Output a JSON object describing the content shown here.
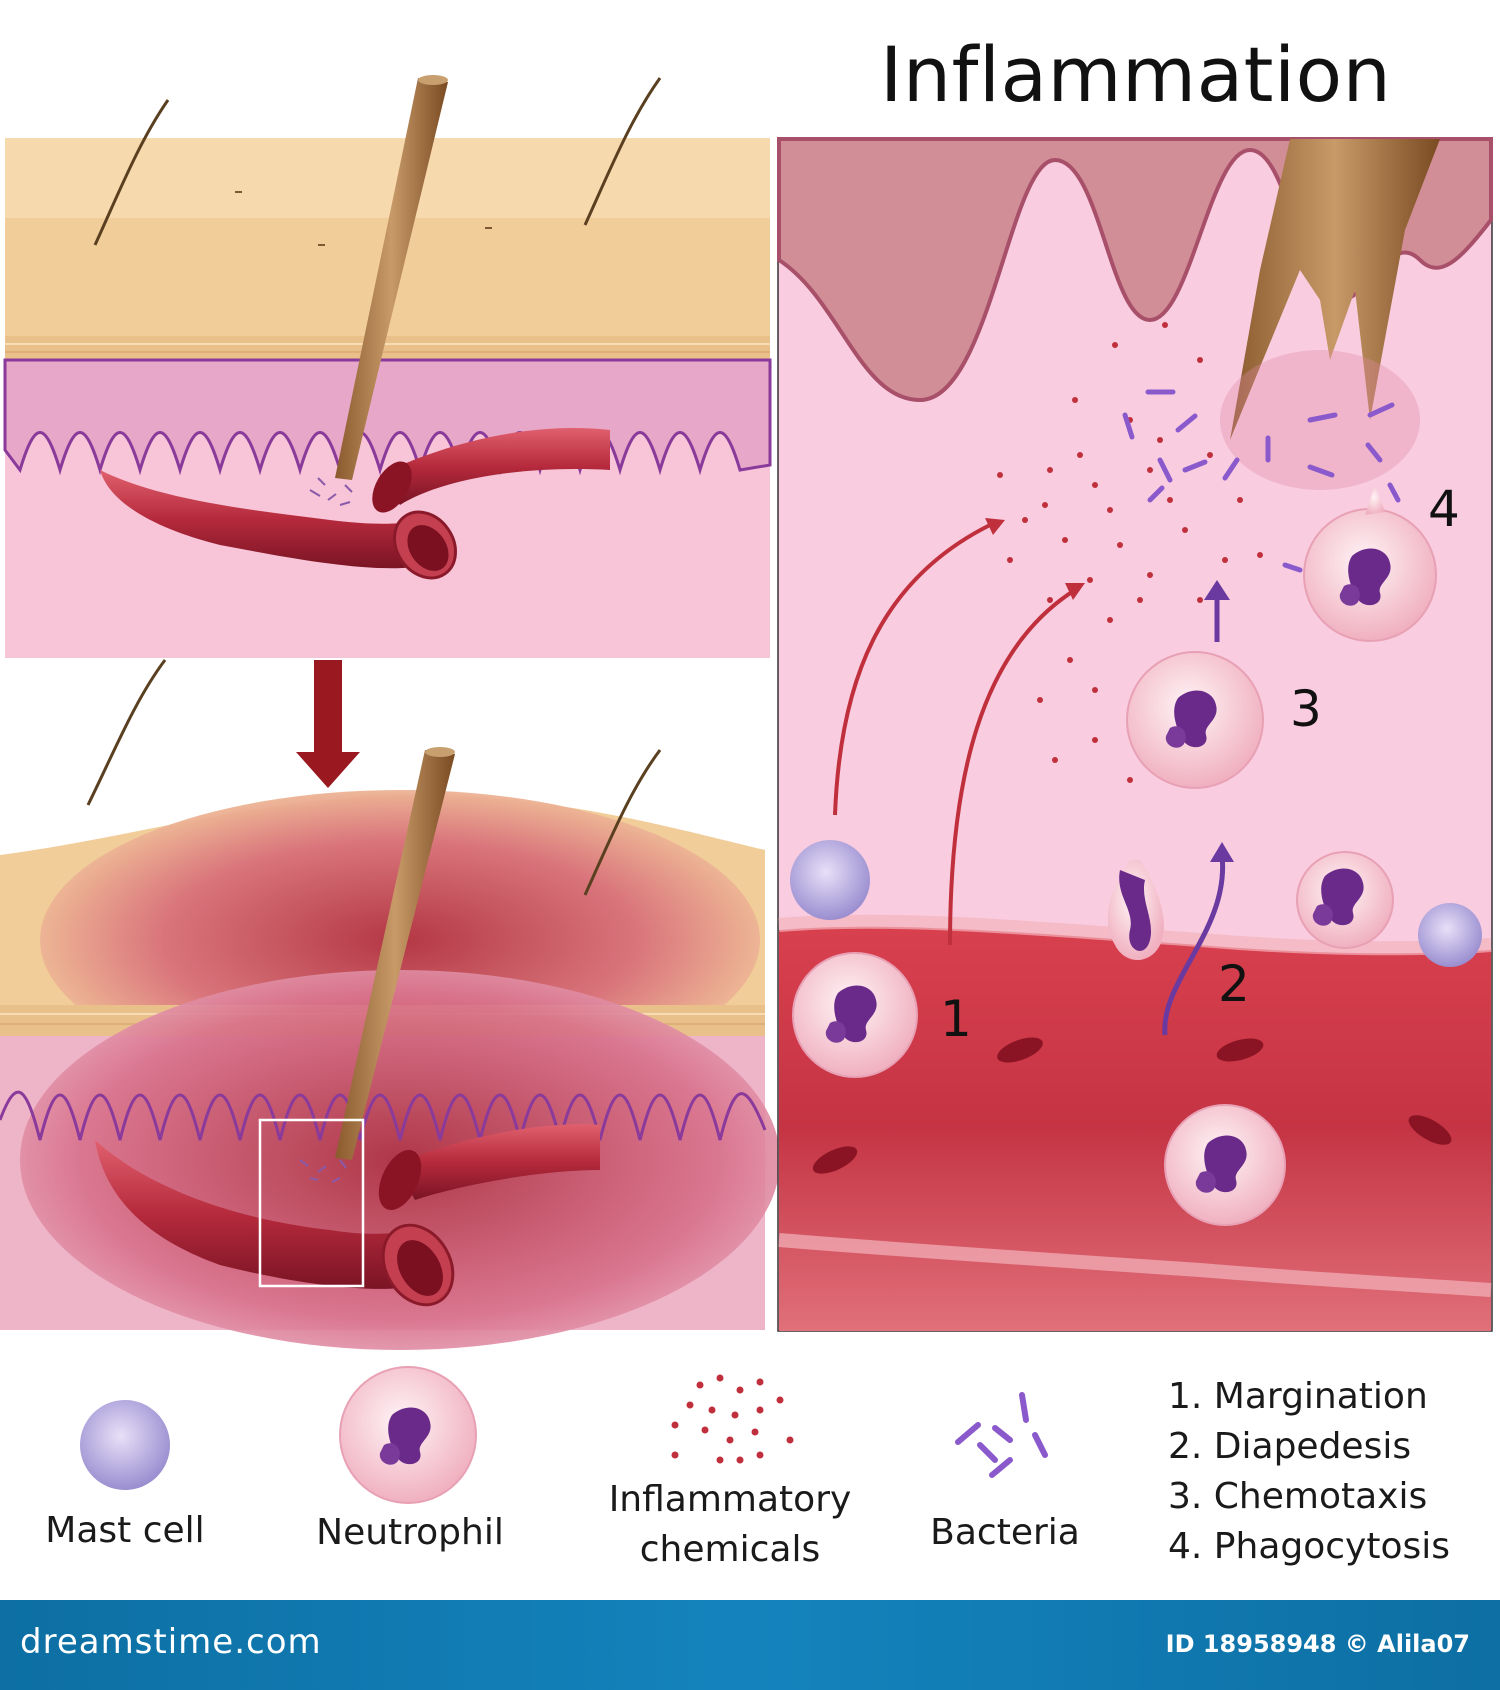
{
  "title": "Inflammation",
  "steps": [
    {
      "number": "1",
      "label": "1. Margination"
    },
    {
      "number": "2",
      "label": "2. Diapedesis"
    },
    {
      "number": "3",
      "label": "3. Chemotaxis"
    },
    {
      "number": "4",
      "label": "4. Phagocytosis"
    }
  ],
  "legend": {
    "mast_cell": "Mast cell",
    "neutrophil": "Neutrophil",
    "chemicals_line1": "Inflammatory",
    "chemicals_line2": "chemicals",
    "bacteria": "Bacteria"
  },
  "footer": {
    "site": "dreamstime.com",
    "id_text": "ID 18958948 © Alila07"
  },
  "colors": {
    "skin": "#f1cd9a",
    "dermis_pink": "#f7c4d8",
    "vessel": "#b32a3a",
    "neutrophil_nucleus": "#6a2a8a",
    "splinter": "#b08050",
    "footer_bar": "#1483bd"
  },
  "icons": [
    "splinter-icon",
    "hair-icon",
    "blood-vessel-icon",
    "arrow-down-icon",
    "neutrophil-icon",
    "mast-cell-icon",
    "bacteria-icon",
    "chemicals-icon"
  ]
}
